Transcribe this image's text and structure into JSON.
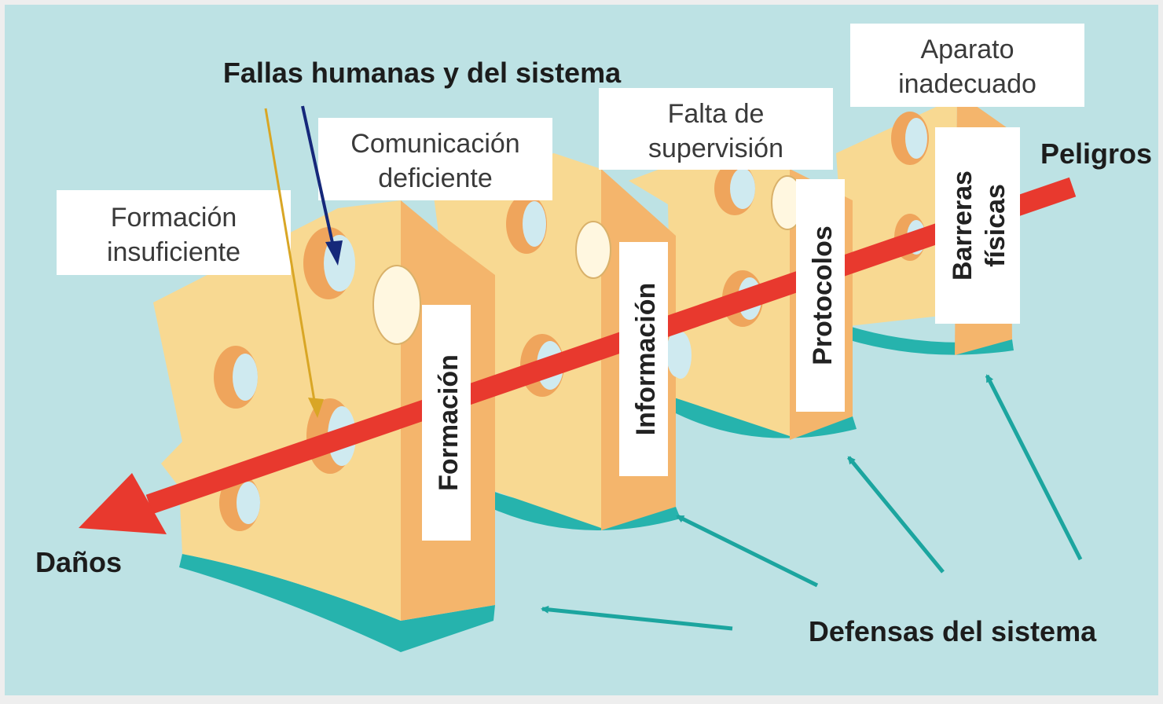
{
  "title": "Fallas humanas y del sistema",
  "labels": {
    "hazards": "Peligros",
    "harm": "Daños",
    "defenses": "Defensas del sistema"
  },
  "failures": [
    {
      "id": "training",
      "lines": [
        "Formación",
        "insuficiente"
      ]
    },
    {
      "id": "communication",
      "lines": [
        "Comunicación",
        "deficiente"
      ]
    },
    {
      "id": "supervision",
      "lines": [
        "Falta de",
        "supervisión"
      ]
    },
    {
      "id": "equipment",
      "lines": [
        "Aparato",
        "inadecuado"
      ]
    }
  ],
  "barriers": [
    {
      "id": "formacion",
      "lines": [
        "Formación"
      ]
    },
    {
      "id": "informacion",
      "lines": [
        "Información"
      ]
    },
    {
      "id": "protocolos",
      "lines": [
        "Protocolos"
      ]
    },
    {
      "id": "barreras",
      "lines": [
        "Barreras",
        "físicas"
      ]
    }
  ],
  "colors": {
    "background": "#bde2e4",
    "cheese_face": "#f8d992",
    "cheese_side": "#f4b56c",
    "hole_inner": "#cfeaf0",
    "hole_rim": "#efa55c",
    "arrow": "#e8392e",
    "shadow": "#26b3ad",
    "defense_arrow": "#1ca59f",
    "pointer_gold": "#d9a625",
    "pointer_navy": "#15287a"
  }
}
